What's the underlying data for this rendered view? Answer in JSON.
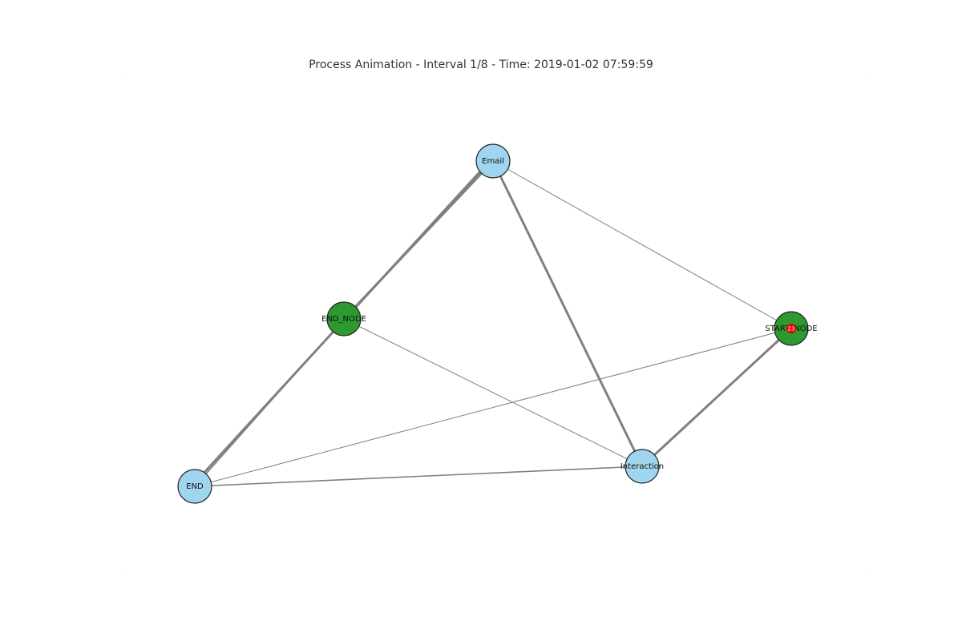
{
  "title": "Process Animation - Interval 1/8 - Time: 2019-01-02 07:59:59",
  "colors": {
    "activity_fill": "#9fd5ee",
    "terminal_fill": "#2e9930",
    "node_stroke": "#222222",
    "edge": "#808080",
    "token": "#ee0000"
  },
  "nodes": [
    {
      "id": "Email",
      "label": "Email",
      "kind": "activity"
    },
    {
      "id": "END_NODE",
      "label": "END_NODE",
      "kind": "terminal"
    },
    {
      "id": "START_NODE",
      "label": "START_NODE",
      "kind": "terminal"
    },
    {
      "id": "END",
      "label": "END",
      "kind": "activity"
    },
    {
      "id": "Interaction",
      "label": "Interaction",
      "kind": "activity"
    }
  ],
  "edges": [
    {
      "from": "Email",
      "to": "END",
      "weight": "heavy"
    },
    {
      "from": "Email",
      "to": "END_NODE",
      "weight": "heavy"
    },
    {
      "from": "Email",
      "to": "Interaction",
      "weight": "heavy"
    },
    {
      "from": "Email",
      "to": "START_NODE",
      "weight": "light"
    },
    {
      "from": "END_NODE",
      "to": "Interaction",
      "weight": "light"
    },
    {
      "from": "END_NODE",
      "to": "END",
      "weight": "medium"
    },
    {
      "from": "START_NODE",
      "to": "Interaction",
      "weight": "heavy"
    },
    {
      "from": "START_NODE",
      "to": "END",
      "weight": "light"
    },
    {
      "from": "Interaction",
      "to": "END",
      "weight": "medium"
    }
  ],
  "tokens": [
    {
      "at": "START_NODE",
      "label": "23"
    }
  ]
}
